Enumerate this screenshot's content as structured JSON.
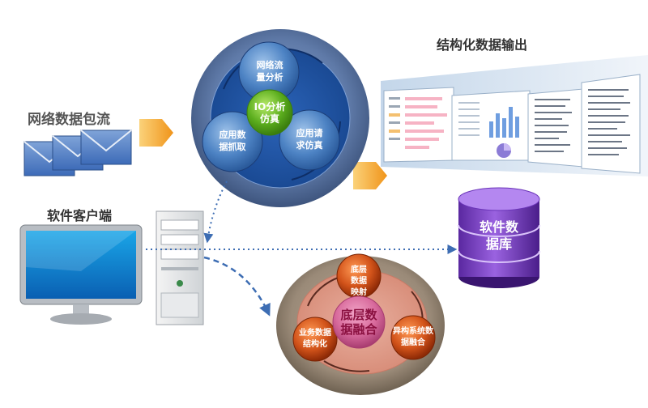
{
  "labels": {
    "network_stream": "网络数据包流",
    "software_client": "软件客户端",
    "structured_output": "结构化数据输出"
  },
  "top_cycle": {
    "center": "IO分析仿真",
    "node_traffic": "网络流量分析",
    "node_capture": "应用数据抓取",
    "node_request": "应用请求仿真"
  },
  "bottom_cycle": {
    "center": "底层数据融合",
    "node_mapping": "底层数据映射",
    "node_business": "业务数据结构化",
    "node_hetero": "异构系统数据融合"
  },
  "database": {
    "label": "软件数据库"
  },
  "colors": {
    "blue_ring": "#6e87b2",
    "green_core": "#5cae1e",
    "purple_db": "#7a3fc4",
    "orange_node": "#d2531a",
    "magenta_core": "#b0326e",
    "arrow_orange": "#f2a12c"
  }
}
